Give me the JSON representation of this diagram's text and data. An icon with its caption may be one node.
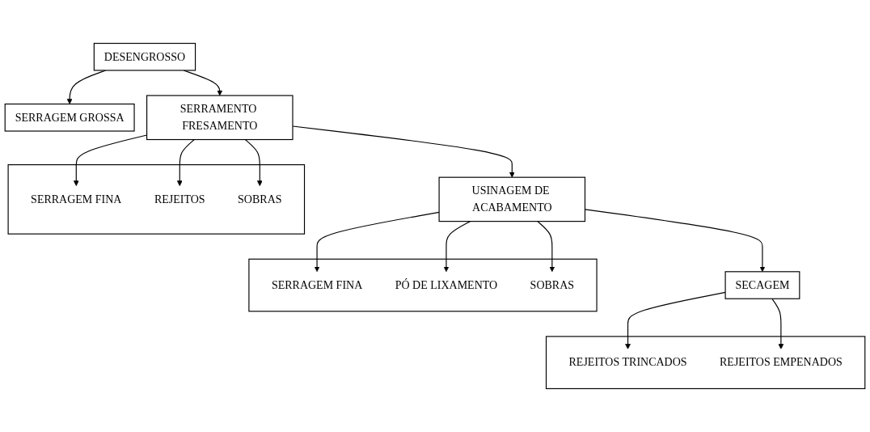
{
  "diagram": {
    "nodes": [
      {
        "text": [
          "DESENGROSSO"
        ]
      },
      {
        "text": [
          "SERRAGEM GROSSA"
        ]
      },
      {
        "text": [
          "SERRAMENTO FRESAMENTO"
        ]
      },
      {
        "text": [],
        "shape": "box"
      },
      {
        "text": [
          "SERRAGEM FINA"
        ],
        "in": 3
      },
      {
        "text": [
          "REJEITOS"
        ],
        "in": 3
      },
      {
        "text": [
          "SOBRAS"
        ],
        "in": 3
      },
      {
        "text": [
          "USINAGEM DE ACABAMENTO"
        ]
      },
      {
        "text": [],
        "shape": "box"
      },
      {
        "text": [
          "SERRAGEM FINA"
        ],
        "in": 8
      },
      {
        "text": [
          "PÓ DE LIXAMENTO"
        ],
        "in": 8
      },
      {
        "text": [
          "SOBRAS"
        ],
        "in": 8
      },
      {
        "text": [
          "SECAGEM"
        ]
      },
      {
        "text": [],
        "shape": "box"
      },
      {
        "text": [
          "REJEITOS TRINCADOS"
        ],
        "in": 13
      },
      {
        "text": [
          "REJEITOS EMPENADOS"
        ],
        "in": 13
      }
    ],
    "edges": [
      {
        "from": 0,
        "to": 1,
        "arrow": "to"
      },
      {
        "from": 0,
        "to": 2,
        "arrow": "to"
      },
      {
        "from": 2,
        "to": 4,
        "arrow": "to"
      },
      {
        "from": 2,
        "to": 5,
        "arrow": "to"
      },
      {
        "from": 2,
        "to": 6,
        "arrow": "to"
      },
      {
        "from": 2,
        "to": 7,
        "arrow": "to"
      },
      {
        "from": 7,
        "to": 9,
        "arrow": "to"
      },
      {
        "from": 7,
        "to": 10,
        "arrow": "to"
      },
      {
        "from": 7,
        "to": 11,
        "arrow": "to"
      },
      {
        "from": 7,
        "to": 12,
        "arrow": "to"
      },
      {
        "from": 12,
        "to": 14,
        "arrow": "to"
      },
      {
        "from": 12,
        "to": 15,
        "arrow": "to"
      }
    ]
  }
}
